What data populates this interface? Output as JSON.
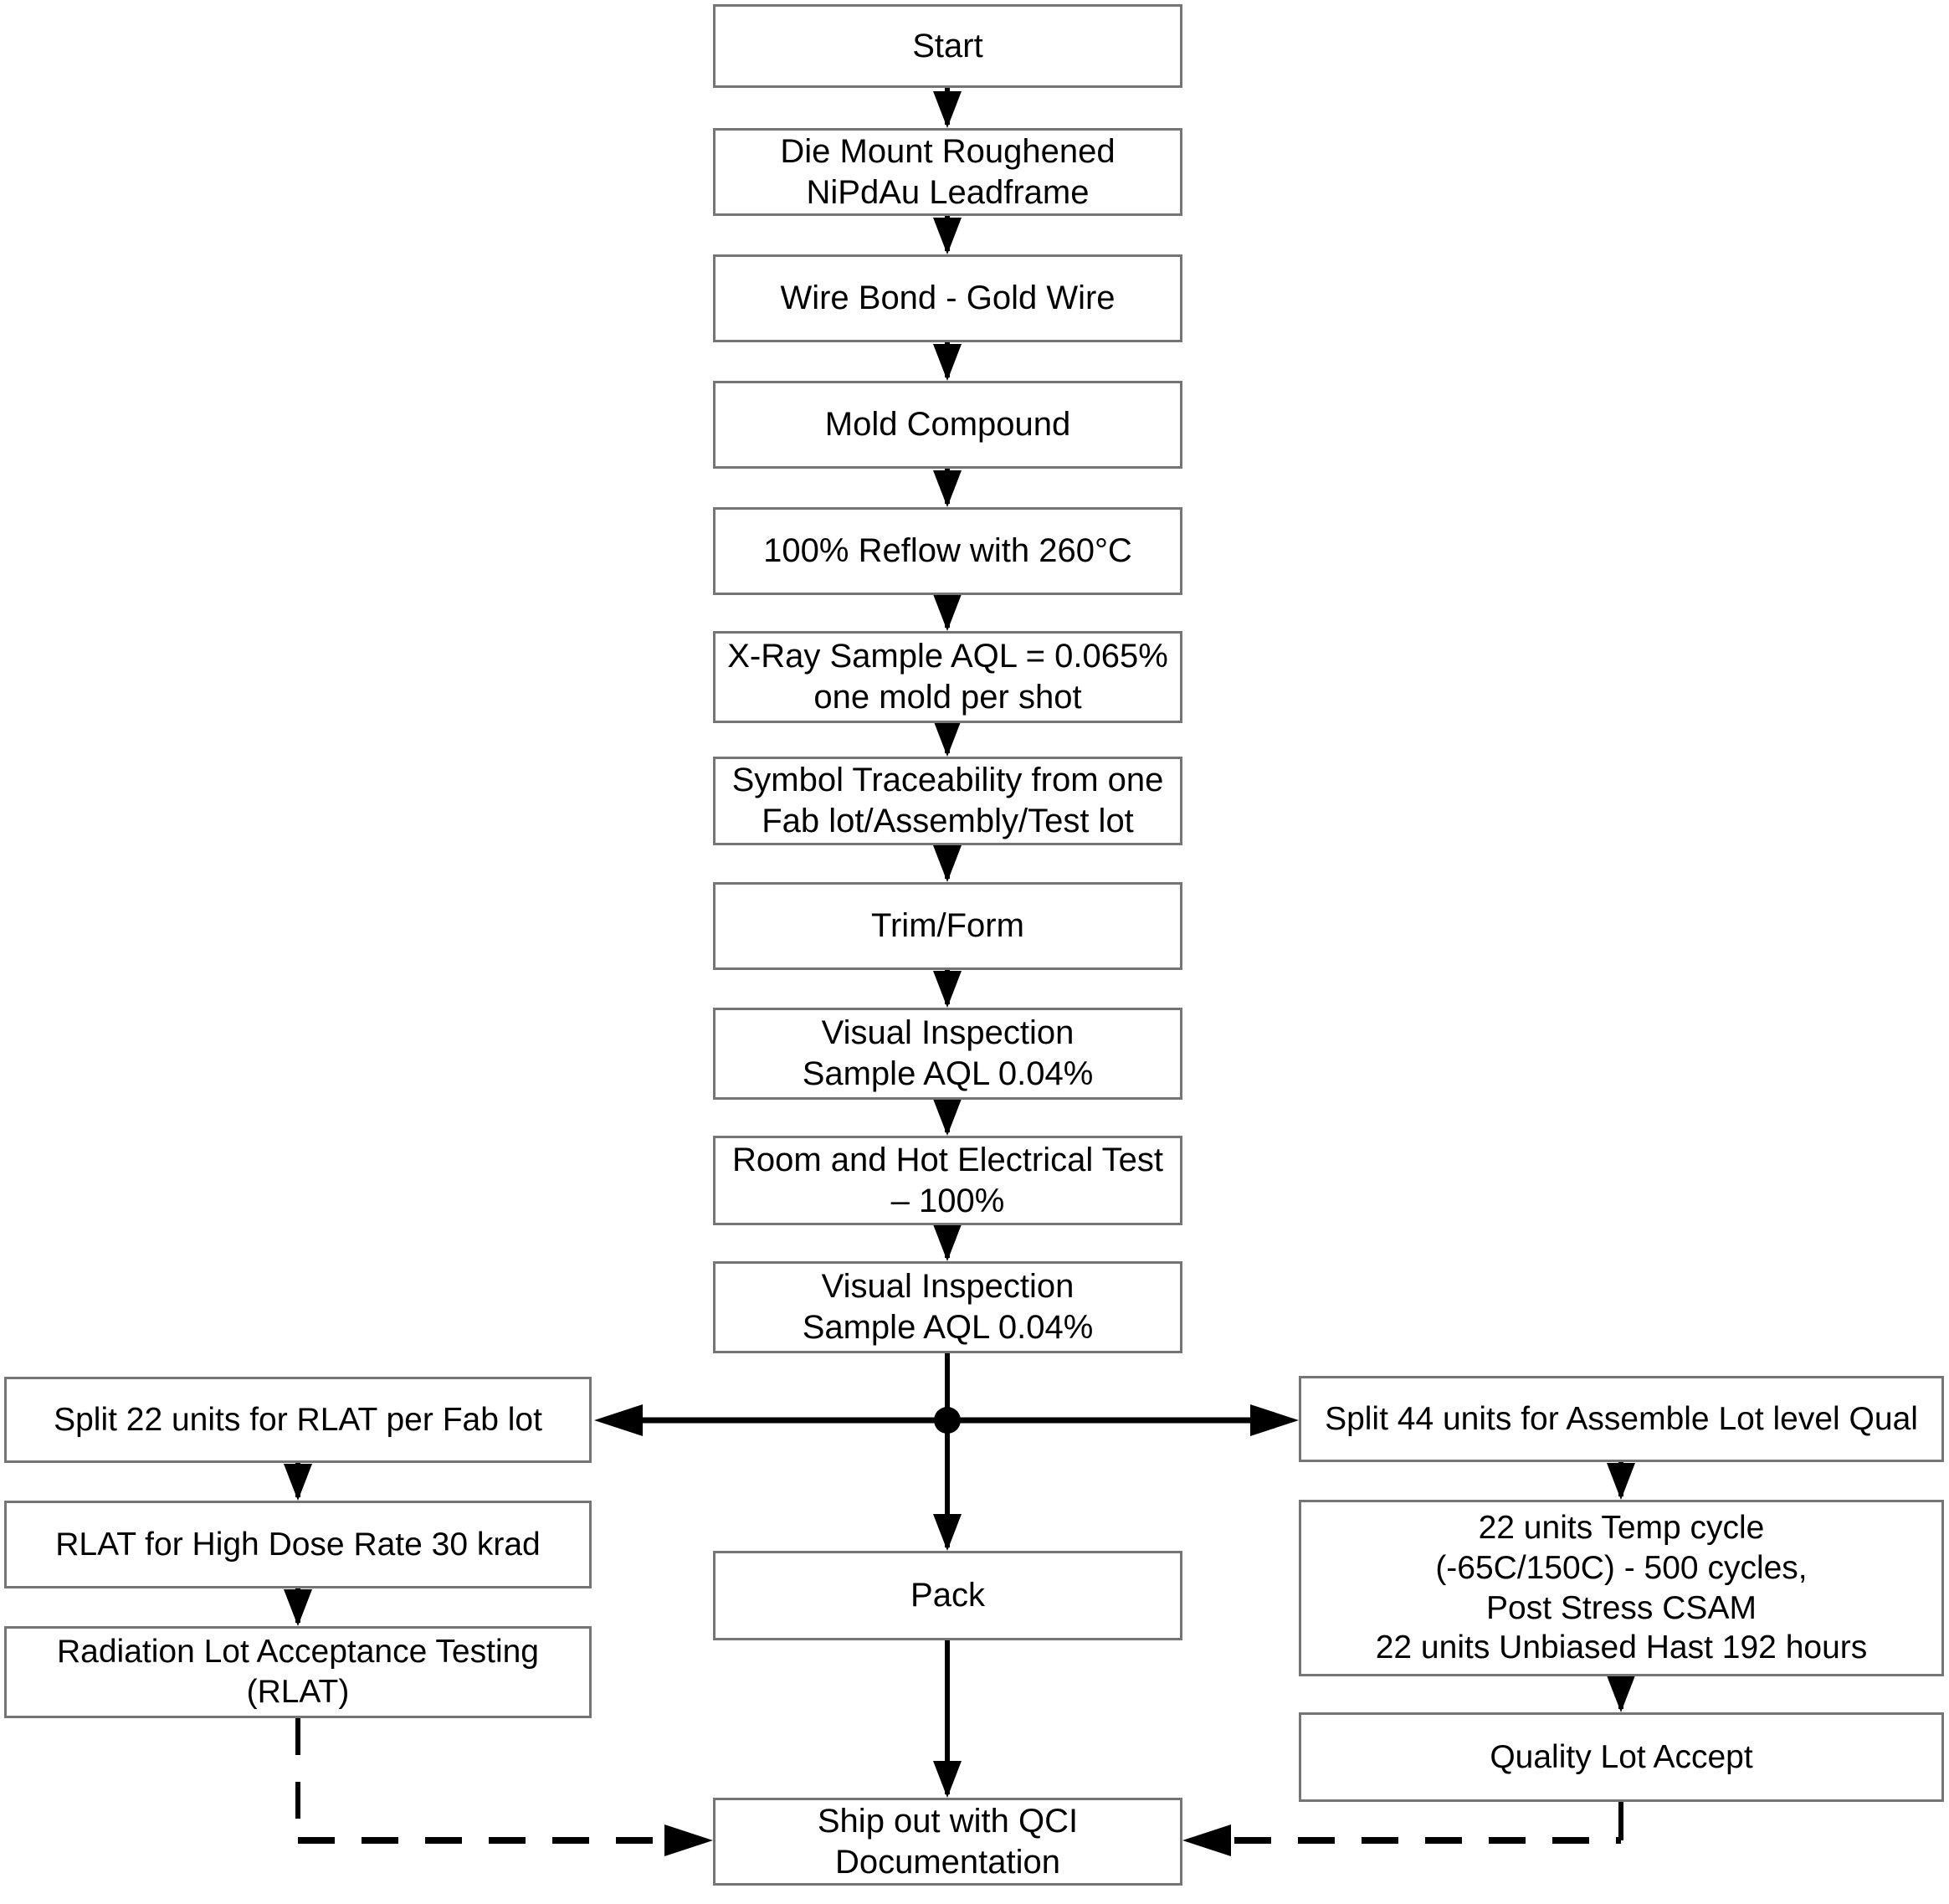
{
  "diagram": {
    "nodes": {
      "start": {
        "label": "Start"
      },
      "die_mount": {
        "label": "Die Mount Roughened\nNiPdAu Leadframe"
      },
      "wire_bond": {
        "label": "Wire Bond - Gold Wire"
      },
      "mold": {
        "label": "Mold Compound"
      },
      "reflow": {
        "label": "100% Reflow with 260°C"
      },
      "xray": {
        "label": "X-Ray Sample AQL = 0.065%\none mold per shot"
      },
      "symbol": {
        "label": "Symbol Traceability from one\nFab lot/Assembly/Test lot"
      },
      "trim_form": {
        "label": "Trim/Form"
      },
      "visual1": {
        "label": "Visual Inspection\nSample AQL 0.04%"
      },
      "electrical": {
        "label": "Room and Hot Electrical Test\n– 100%"
      },
      "visual2": {
        "label": "Visual Inspection\nSample AQL 0.04%"
      },
      "pack": {
        "label": "Pack"
      },
      "ship": {
        "label": "Ship out with QCI\nDocumentation"
      },
      "split22": {
        "label": "Split 22 units for RLAT per Fab lot"
      },
      "rlat_hdr": {
        "label": "RLAT for High Dose Rate 30 krad"
      },
      "rlat": {
        "label": "Radiation Lot Acceptance Testing\n(RLAT)"
      },
      "split44": {
        "label": "Split 44 units for Assemble Lot level Qual"
      },
      "temp_cycle": {
        "label": "22 units Temp cycle\n(-65C/150C) - 500 cycles,\nPost Stress CSAM\n22 units Unbiased Hast 192 hours"
      },
      "quality": {
        "label": "Quality Lot Accept"
      }
    },
    "edges": [
      {
        "from": "start",
        "to": "die_mount",
        "style": "solid-arrow"
      },
      {
        "from": "die_mount",
        "to": "wire_bond",
        "style": "solid-arrow"
      },
      {
        "from": "wire_bond",
        "to": "mold",
        "style": "solid-arrow"
      },
      {
        "from": "mold",
        "to": "reflow",
        "style": "solid-arrow"
      },
      {
        "from": "reflow",
        "to": "xray",
        "style": "solid-arrow"
      },
      {
        "from": "xray",
        "to": "symbol",
        "style": "solid-arrow"
      },
      {
        "from": "symbol",
        "to": "trim_form",
        "style": "solid-arrow"
      },
      {
        "from": "trim_form",
        "to": "visual1",
        "style": "solid-arrow"
      },
      {
        "from": "visual1",
        "to": "electrical",
        "style": "solid-arrow"
      },
      {
        "from": "electrical",
        "to": "visual2",
        "style": "solid-arrow"
      },
      {
        "from": "visual2",
        "to": "split22",
        "style": "solid-arrow"
      },
      {
        "from": "visual2",
        "to": "split44",
        "style": "solid-arrow"
      },
      {
        "from": "visual2",
        "to": "pack",
        "style": "solid-arrow"
      },
      {
        "from": "pack",
        "to": "ship",
        "style": "solid-arrow"
      },
      {
        "from": "split22",
        "to": "rlat_hdr",
        "style": "solid-arrow"
      },
      {
        "from": "rlat_hdr",
        "to": "rlat",
        "style": "solid-arrow"
      },
      {
        "from": "rlat",
        "to": "ship",
        "style": "dashed-arrow"
      },
      {
        "from": "split44",
        "to": "temp_cycle",
        "style": "solid-arrow"
      },
      {
        "from": "temp_cycle",
        "to": "quality",
        "style": "solid-arrow"
      },
      {
        "from": "quality",
        "to": "ship",
        "style": "dashed-arrow"
      }
    ],
    "colors": {
      "box_border": "#757575",
      "box_fill": "#ffffff",
      "text": "#000000",
      "line": "#000000",
      "background": "#ffffff"
    }
  }
}
